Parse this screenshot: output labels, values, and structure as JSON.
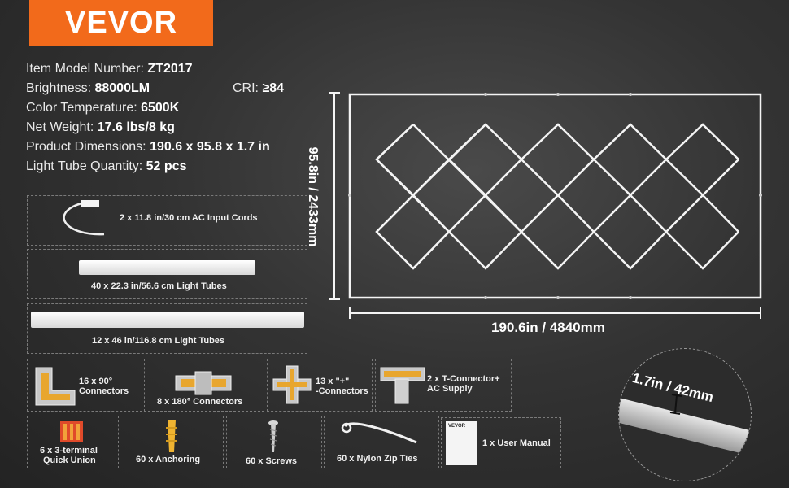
{
  "brand": {
    "logo_text": "VEVOR",
    "logo_color": "#f26a1b"
  },
  "specs": [
    {
      "label": "Item Model Number: ",
      "value": "ZT2017"
    },
    {
      "label": "Brightness: ",
      "value": "88000LM"
    },
    {
      "label": "Color Temperature: ",
      "value": "6500K"
    },
    {
      "label": "Net Weight: ",
      "value": "17.6 lbs/8 kg"
    },
    {
      "label": "Product Dimensions: ",
      "value": "190.6 x 95.8 x 1.7 in"
    },
    {
      "label": "Light Tube Quantity: ",
      "value": "52 pcs"
    }
  ],
  "cri": {
    "label": "CRI: ",
    "value": "≥84"
  },
  "dimensions": {
    "height": "95.8in / 2433mm",
    "width": "190.6in / 4840mm",
    "thickness": "1.7in / 42mm"
  },
  "package": {
    "cords": "2 x 11.8 in/30 cm AC Input Cords",
    "tubes_short": "40 x 22.3 in/56.6 cm Light Tubes",
    "tubes_long": "12 x 46 in/116.8 cm Light Tubes",
    "conn90_a": "16 x 90°",
    "conn90_b": "Connectors",
    "conn180": "8 x 180° Connectors",
    "connplus_a": "13 x \"+\"",
    "connplus_b": "-Connectors",
    "tconn_a": "2 x T-Connector+",
    "tconn_b": "AC Supply",
    "union_a": "6 x 3-terminal",
    "union_b": "Quick Union",
    "anchoring": "60 x Anchoring",
    "screws": "60 x Screws",
    "zipties": "60 x Nylon Zip Ties",
    "manual": "1 x User Manual",
    "manual_cover": "VEVOR"
  }
}
